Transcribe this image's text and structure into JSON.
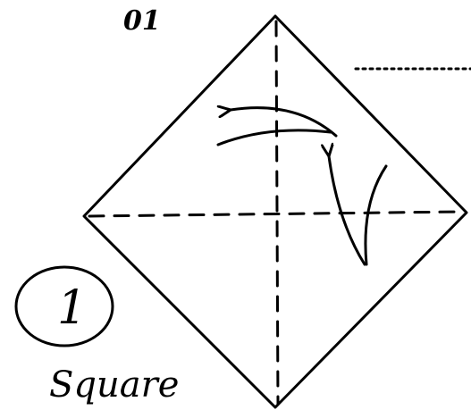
{
  "diagram": {
    "page_label": "01",
    "step_number": "1",
    "step_caption": "Square",
    "stroke_color": "#000000",
    "background_color": "#ffffff",
    "elements": {
      "outline": "diamond-square",
      "crease_lines": [
        "vertical-dashed-crease",
        "horizontal-dashed-crease"
      ],
      "arrows": [
        "curved-arrow-upper",
        "curved-arrow-right"
      ],
      "top_right_mark": "dotted-line"
    }
  }
}
